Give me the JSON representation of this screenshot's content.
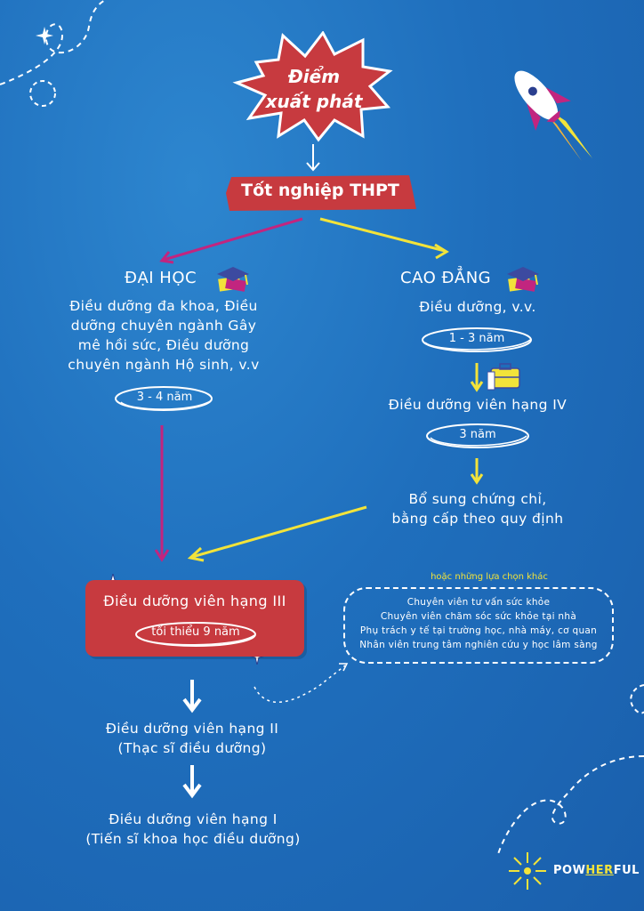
{
  "start": {
    "label_line1": "Điểm",
    "label_line2": "xuất phát"
  },
  "graduation": {
    "label": "Tốt nghiệp THPT"
  },
  "university": {
    "heading": "ĐẠI HỌC",
    "description": [
      "Điều dưỡng đa khoa, Điều",
      "dưỡng chuyên ngành Gây",
      "mê hồi sức, Điều dưỡng",
      "chuyên ngành Hộ sinh, v.v"
    ],
    "duration": "3 - 4 năm"
  },
  "college": {
    "heading": "CAO ĐẲNG",
    "description": "Điều dưỡng, v.v.",
    "duration": "1 - 3 năm",
    "rank4": "Điều dưỡng viên hạng IV",
    "rank4_duration": "3 năm",
    "supplement": [
      "Bổ sung chứng chỉ,",
      "bằng cấp theo quy định"
    ]
  },
  "rank3": {
    "title": "Điều dưỡng viên hạng III",
    "duration": "tối thiểu 9 năm"
  },
  "alternatives": {
    "title": "hoặc những lựa chọn khác",
    "items": [
      "Chuyên viên tư vấn sức khỏe",
      "Chuyên viên chăm sóc sức khỏe tại nhà",
      "Phụ trách y tế tại trường học, nhà máy, cơ quan",
      "Nhân viên trung tâm nghiên cứu y học lâm sàng"
    ]
  },
  "rank2": {
    "title": "Điều dưỡng viên hạng II",
    "subtitle": "(Thạc sĩ điều dưỡng)"
  },
  "rank1": {
    "title": "Điều dưỡng viên hạng I",
    "subtitle": "(Tiến sĩ khoa học điều dưỡng)"
  },
  "brand": {
    "pre": "POW",
    "highlight": "HER",
    "post": "FUL"
  },
  "colors": {
    "background": "#1f6fbd",
    "red": "#c73a3f",
    "yellow": "#f2e33a",
    "magenta": "#c2257f"
  },
  "icons": [
    "graduation-cap-icon",
    "briefcase-icon",
    "rocket-icon",
    "sparkle-icon",
    "sun-logo-icon"
  ]
}
